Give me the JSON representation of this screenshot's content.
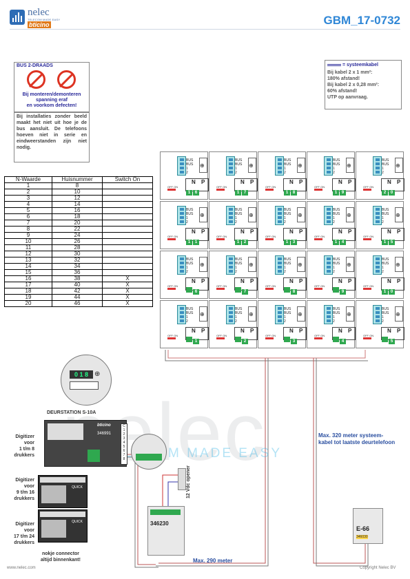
{
  "header": {
    "brand": "nelec",
    "tagline": "TELECOM MADE EASY",
    "partner": "bticino",
    "doc_id": "GBM_17-0732"
  },
  "warning": {
    "title": "BUS 2-DRAADS",
    "lines": [
      "Bij monteren/demonteren",
      "spanning eraf",
      "en voorkom defecten!"
    ]
  },
  "install_note": {
    "text": "Bij installaties zonder beeld maakt het niet uit hoe je de bus aansluit. De telefoons hoeven niet in serie en eindweerstanden zijn niet nodig."
  },
  "system_cable": {
    "legend": "= systeemkabel",
    "lines": [
      "Bij kabel 2 x 1 mm²:",
      "180% afstand!",
      "Bij kabel 2 x 0,28 mm²:",
      "60% afstand!",
      "UTP op aanvraag."
    ]
  },
  "table": {
    "headers": [
      "N-Waarde",
      "Huisnummer",
      "Switch On"
    ],
    "rows": [
      [
        "1",
        "8",
        ""
      ],
      [
        "2",
        "10",
        ""
      ],
      [
        "3",
        "12",
        ""
      ],
      [
        "4",
        "14",
        ""
      ],
      [
        "5",
        "16",
        ""
      ],
      [
        "6",
        "18",
        ""
      ],
      [
        "7",
        "20",
        ""
      ],
      [
        "8",
        "22",
        ""
      ],
      [
        "9",
        "24",
        ""
      ],
      [
        "10",
        "26",
        ""
      ],
      [
        "11",
        "28",
        ""
      ],
      [
        "12",
        "30",
        ""
      ],
      [
        "13",
        "32",
        ""
      ],
      [
        "14",
        "34",
        ""
      ],
      [
        "15",
        "36",
        ""
      ],
      [
        "16",
        "38",
        "X"
      ],
      [
        "17",
        "40",
        "X"
      ],
      [
        "18",
        "42",
        "X"
      ],
      [
        "19",
        "44",
        "X"
      ],
      [
        "20",
        "46",
        "X"
      ]
    ]
  },
  "handsets": {
    "terminal_labels": [
      "BUS",
      "BUS",
      "1",
      "2"
    ],
    "switch_label": "OFF ON",
    "n_label": "N",
    "p_label": "P",
    "rows": [
      [
        {
          "n": "1",
          "p": "6"
        },
        {
          "n": "1",
          "p": "7"
        },
        {
          "n": "1",
          "p": "8"
        },
        {
          "n": "1",
          "p": "9"
        },
        {
          "n": "2",
          "p": "0"
        }
      ],
      [
        {
          "n": "1",
          "p": "1"
        },
        {
          "n": "1",
          "p": "2"
        },
        {
          "n": "1",
          "p": "3"
        },
        {
          "n": "1",
          "p": "4"
        },
        {
          "n": "1",
          "p": "5"
        }
      ],
      [
        {
          "n": "",
          "p": "6"
        },
        {
          "n": "",
          "p": "7"
        },
        {
          "n": "",
          "p": "8"
        },
        {
          "n": "",
          "p": "9"
        },
        {
          "n": "1",
          "p": "0"
        }
      ],
      [
        {
          "n": "",
          "p": "1"
        },
        {
          "n": "",
          "p": "2"
        },
        {
          "n": "",
          "p": "3"
        },
        {
          "n": "",
          "p": "4"
        },
        {
          "n": "",
          "p": "5"
        }
      ]
    ]
  },
  "door_station": {
    "title": "DEURSTATION S-10A",
    "brand": "bticino",
    "code": "346991",
    "display": "0 1 8"
  },
  "digitizers": [
    {
      "label": [
        "Digitizer",
        "voor",
        "1 t/m 8",
        "drukkers"
      ]
    },
    {
      "label": [
        "Digitizer",
        "voor",
        "9 t/m 16",
        "drukkers"
      ]
    },
    {
      "label": [
        "Digitizer",
        "voor",
        "17 t/m 24",
        "drukkers"
      ]
    }
  ],
  "connector_note": [
    "nokje connector",
    "altijd binnenkant!"
  ],
  "opener_label": "12 Vdc opener",
  "power_supply": {
    "code": "346230"
  },
  "e66": {
    "label": "E-66",
    "code": "346030"
  },
  "max_system_cable": [
    "Max. 320 meter systeem-",
    "kabel tot laatste deurtelefoon"
  ],
  "max_290": "Max. 290 meter",
  "footer": {
    "left": "www.nelec.com",
    "right": "Copyright Nelec BV"
  }
}
